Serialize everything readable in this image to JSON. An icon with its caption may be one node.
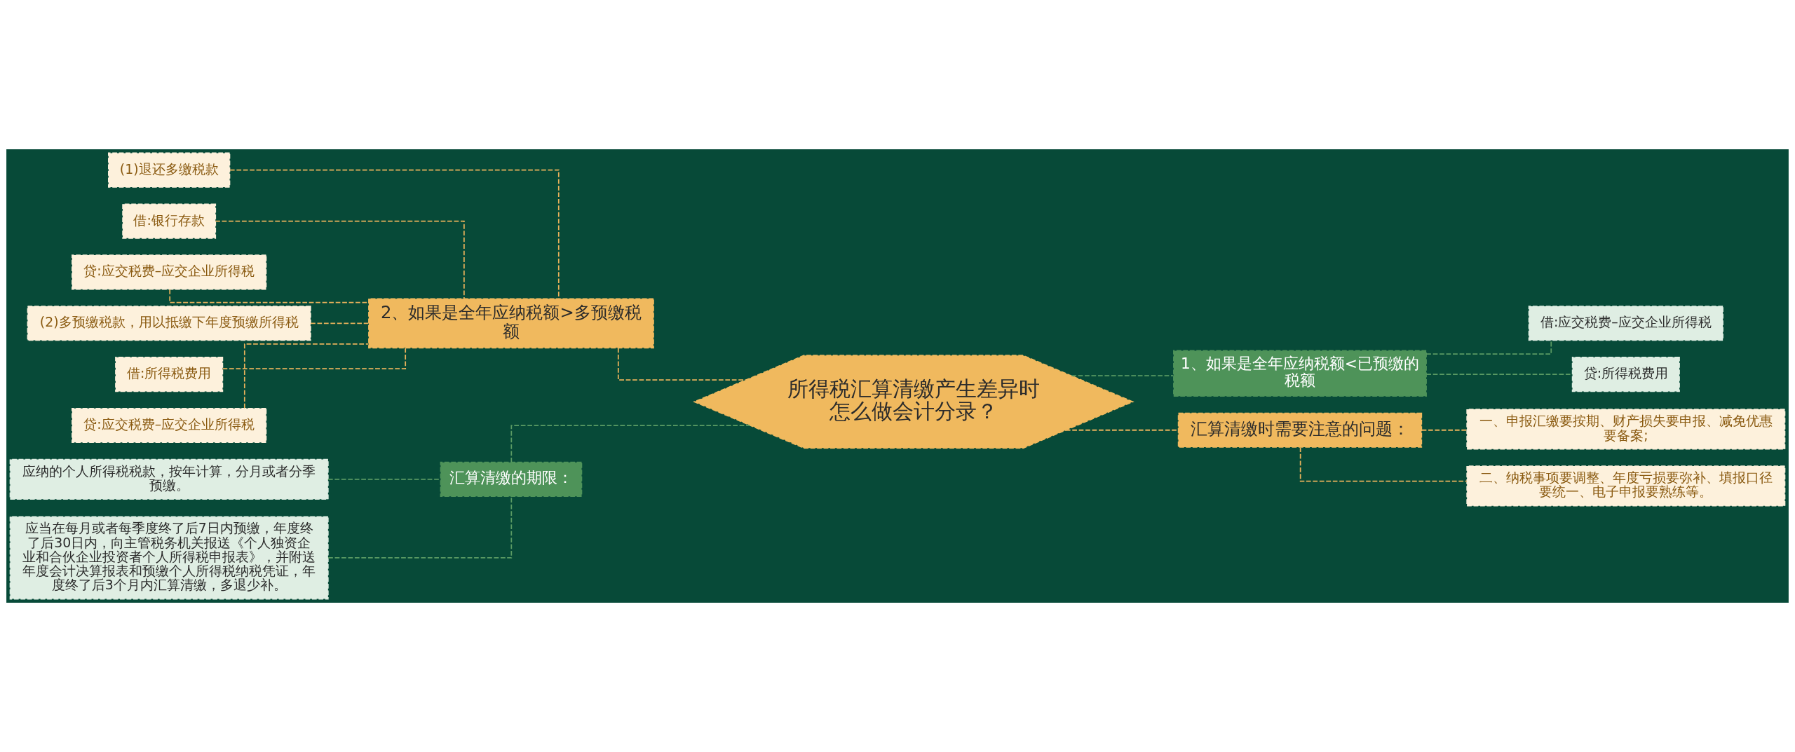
{
  "diagram": {
    "nodes": [
      {
        "text": [
          "所得税汇算清缴产生差异时怎么做会计分录？"
        ]
      },
      {
        "text": [
          "2、如果是全年应纳税额>多预缴税额"
        ]
      },
      {
        "text": [
          "(1)退还多缴税款"
        ]
      },
      {
        "text": [
          "借:银行存款"
        ]
      },
      {
        "text": [
          "贷:应交税费–应交企业所得税"
        ]
      },
      {
        "text": [
          "(2)多预缴税款，用以抵缴下年度预缴所得税"
        ]
      },
      {
        "text": [
          "借:所得税费用"
        ]
      },
      {
        "text": [
          "贷:应交税费–应交企业所得税"
        ]
      },
      {
        "text": [
          "汇算清缴的期限："
        ]
      },
      {
        "text": [
          "应纳的个人所得税税款，按年计算，分月或者分季预缴。"
        ]
      },
      {
        "text": [
          "应当在每月或者每季度终了后7日内预缴，年度终了后30日内，向主管税务机关报送《个人独资企业和合伙企业投资者个人所得税申报表》，并附送年度会计决算报表和预缴个人所得税纳税凭证，年度终了后3个月内汇算清缴，多退少补。"
        ]
      },
      {
        "text": [
          "1、如果是全年应纳税额<已预缴的税额"
        ]
      },
      {
        "text": [
          "借:应交税费–应交企业所得税"
        ]
      },
      {
        "text": [
          "贷:所得税费用"
        ]
      },
      {
        "text": [
          "汇算清缴时需要注意的问题："
        ]
      },
      {
        "text": [
          "一、申报汇缴要按期、财产损失要申报、减免优惠要备案;"
        ]
      },
      {
        "text": [
          "二、纳税事项要调整、年度亏损要弥补、填报口径要统一、电子申报要熟练等。"
        ]
      }
    ],
    "edges": [
      {
        "from": 0,
        "to": 1,
        "arrow": "none",
        "style": "dashed"
      },
      {
        "from": 1,
        "to": 2,
        "arrow": "none",
        "style": "dashed"
      },
      {
        "from": 1,
        "to": 3,
        "arrow": "none",
        "style": "dashed"
      },
      {
        "from": 1,
        "to": 4,
        "arrow": "none",
        "style": "dashed"
      },
      {
        "from": 1,
        "to": 5,
        "arrow": "none",
        "style": "dashed"
      },
      {
        "from": 1,
        "to": 6,
        "arrow": "none",
        "style": "dashed"
      },
      {
        "from": 1,
        "to": 7,
        "arrow": "none",
        "style": "dashed"
      },
      {
        "from": 0,
        "to": 8,
        "arrow": "none",
        "style": "dashed",
        "color": "#5a9a63"
      },
      {
        "from": 8,
        "to": 9,
        "arrow": "none",
        "style": "dashed",
        "color": "#5a9a63"
      },
      {
        "from": 8,
        "to": 10,
        "arrow": "none",
        "style": "dashed",
        "color": "#5a9a63"
      },
      {
        "from": 0,
        "to": 11,
        "arrow": "none",
        "style": "dashed",
        "color": "#5a9a63"
      },
      {
        "from": 11,
        "to": 12,
        "arrow": "none",
        "style": "dashed",
        "color": "#5a9a63"
      },
      {
        "from": 11,
        "to": 13,
        "arrow": "none",
        "style": "dashed",
        "color": "#5a9a63"
      },
      {
        "from": 0,
        "to": 14,
        "arrow": "none",
        "style": "dashed"
      },
      {
        "from": 14,
        "to": 15,
        "arrow": "none",
        "style": "dashed"
      },
      {
        "from": 14,
        "to": 16,
        "arrow": "none",
        "style": "dashed"
      }
    ]
  }
}
